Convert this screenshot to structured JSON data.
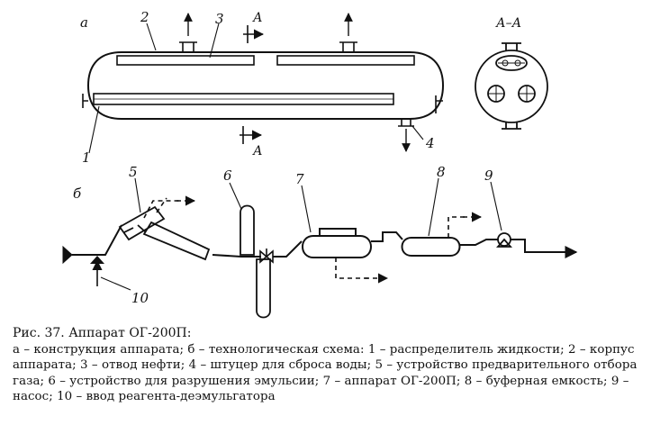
{
  "labels": {
    "part_a": "а",
    "part_b": "б",
    "section_mark": "А",
    "section_title": "А–А",
    "n1": "1",
    "n2": "2",
    "n3": "3",
    "n4": "4",
    "n5": "5",
    "n6": "6",
    "n7": "7",
    "n8": "8",
    "n9": "9",
    "n10": "10"
  },
  "caption": {
    "title": "Рис. 37. Аппарат ОГ-200П:",
    "text": "а – конструкция аппарата; б – технологическая схема: 1 – распределитель жидкости; 2 – корпус аппарата; 3 – отвод нефти; 4 – штуцер для сброса воды; 5 – устройство предварительного отбора газа; 6 – устройство для разрушения эмульсии; 7 – аппарат ОГ-200П; 8 – буферная емкость; 9 – насос; 10 – ввод реагента-деэмульгатора"
  }
}
